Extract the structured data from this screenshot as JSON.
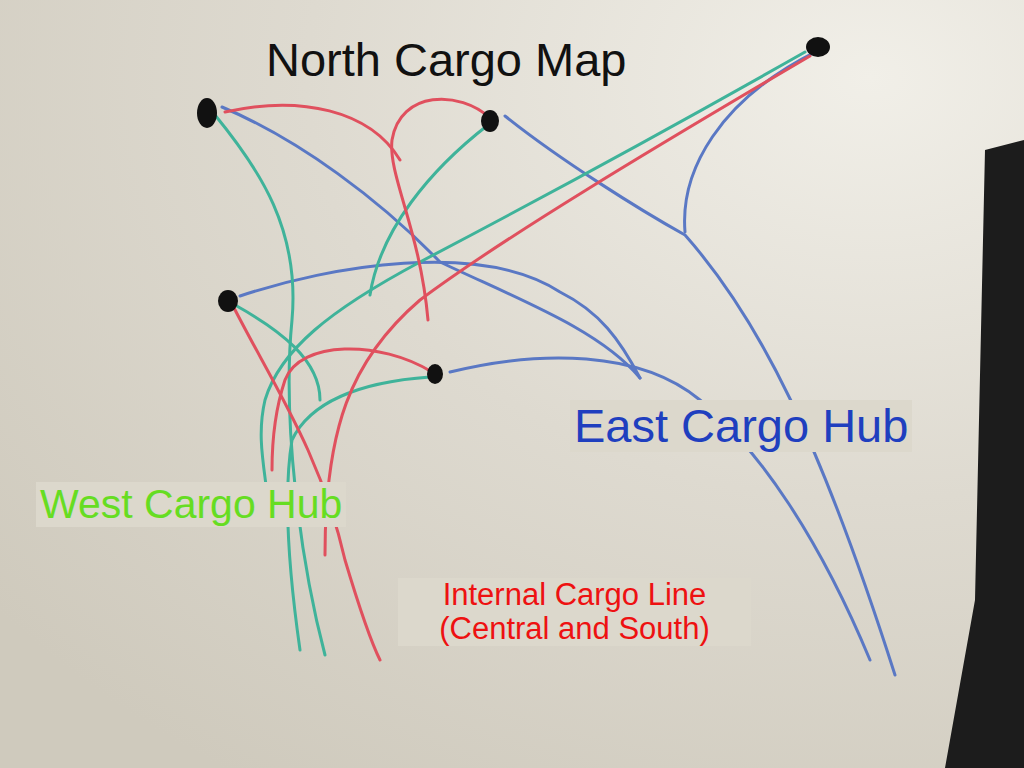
{
  "diagram": {
    "title": "North Cargo Map",
    "labels": [
      "East Cargo Hub",
      "West Cargo Hub",
      "Internal Cargo Line (Central and South)"
    ]
  }
}
